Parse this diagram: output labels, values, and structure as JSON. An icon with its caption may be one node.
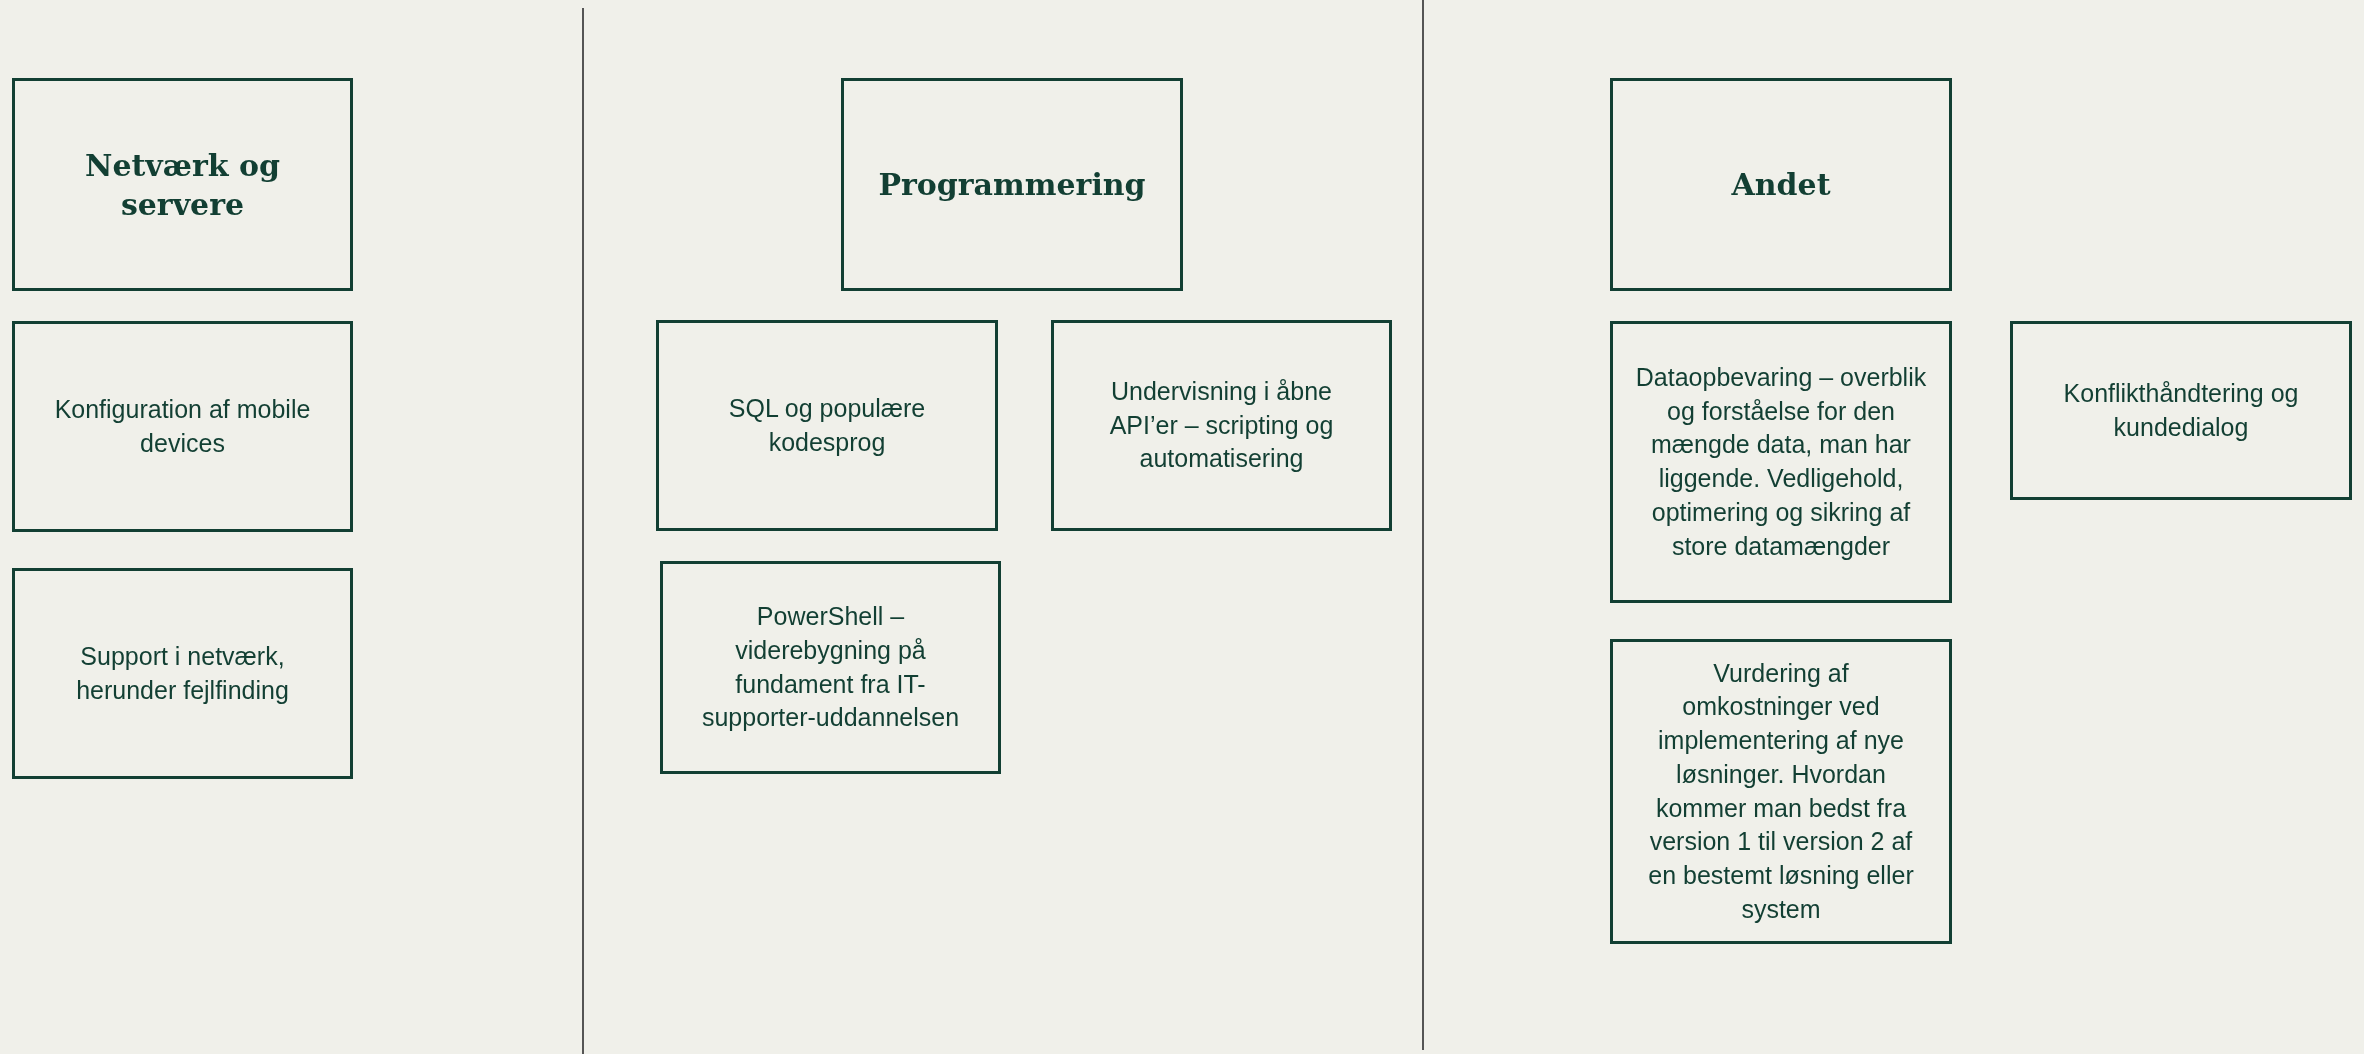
{
  "diagram": {
    "nodes": [
      {
        "text": [
          "Netværk og servere"
        ]
      },
      {
        "text": [
          "Konfiguration af mobile devices"
        ]
      },
      {
        "text": [
          "Support i netværk, herunder fejlfinding"
        ]
      },
      {
        "text": [
          "Programmering"
        ]
      },
      {
        "text": [
          "SQL og populære kodesprog"
        ]
      },
      {
        "text": [
          "Undervisning i åbne API’er – scripting og automatisering"
        ]
      },
      {
        "text": [
          "PowerShell – viderebygning på fundament fra IT-supporter-uddannelsen"
        ]
      },
      {
        "text": [
          "Andet"
        ]
      },
      {
        "text": [
          "Dataopbevaring – overblik og forståelse for den mængde data, man har liggende. Vedligehold, optimering og sikring af store datamængder"
        ]
      },
      {
        "text": [
          "Konflikthåndtering og kundedialog"
        ]
      },
      {
        "text": [
          "Vurdering af omkostninger ved implementering af nye løsninger. Hvordan kommer man bedst fra version 1 til version 2 af en bestemt løsning eller system"
        ]
      }
    ],
    "edges": []
  }
}
